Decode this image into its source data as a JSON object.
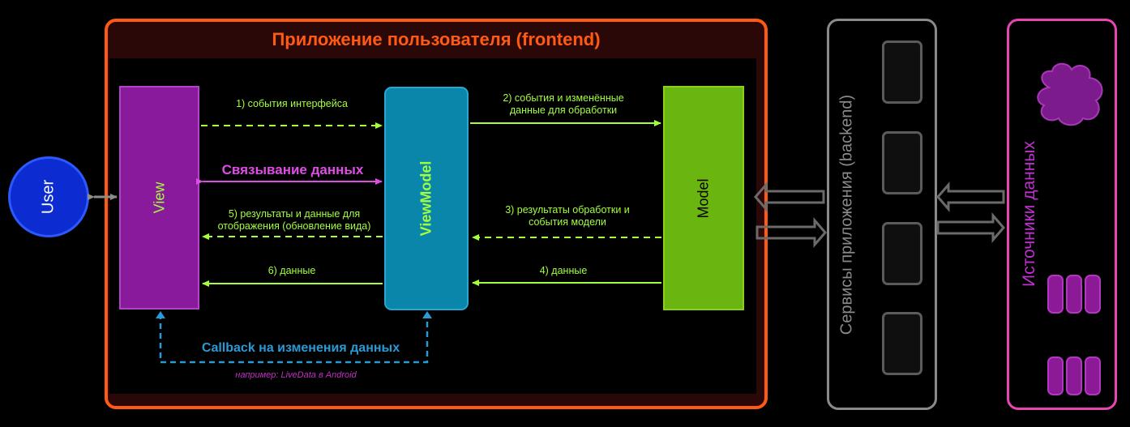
{
  "frontend": {
    "title": "Приложение пользователя (frontend)"
  },
  "user": {
    "label": "User"
  },
  "view": {
    "label": "View"
  },
  "viewmodel": {
    "label": "ViewModel"
  },
  "model": {
    "label": "Model"
  },
  "arrows": {
    "a1": "1) события интерфейса",
    "binding": "Связывание данных",
    "a5": "5) результаты и данные для отображения (обновление вида)",
    "a6": "6) данные",
    "a2": "2) события и изменённые данные для обработки",
    "a3": "3) результаты обработки и события модели",
    "a4": "4) данные"
  },
  "callback": {
    "label": "Callback на изменения данных",
    "note": "например: LiveData в Android"
  },
  "backend": {
    "label": "Сервисы приложения (backend)"
  },
  "sources": {
    "label": "Источники данных"
  },
  "colors": {
    "frontend": "#ff5a14",
    "green": "#a4ff3c",
    "magenta": "#e04ce6",
    "blue": "#2a9ad4",
    "gray": "#8a8a8a"
  }
}
